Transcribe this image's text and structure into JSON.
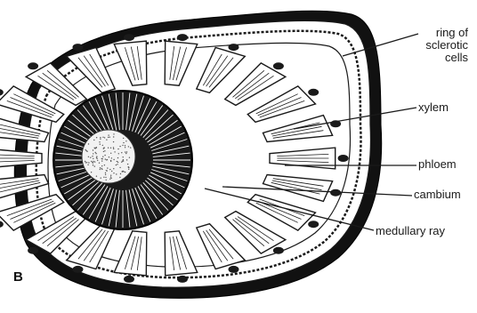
{
  "figure": {
    "panel_letter": "B",
    "labels": {
      "ring_line1": "ring of",
      "ring_line2": "sclerotic",
      "ring_line3": "cells",
      "xylem": "xylem",
      "phloem": "phloem",
      "cambium": "cambium",
      "medullary_ray": "medullary ray"
    }
  },
  "colors": {
    "ink": "#1a1a1a",
    "bark": "#111111",
    "tissue_fill": "#ffffff",
    "pith_fill": "#f2f2f2"
  }
}
